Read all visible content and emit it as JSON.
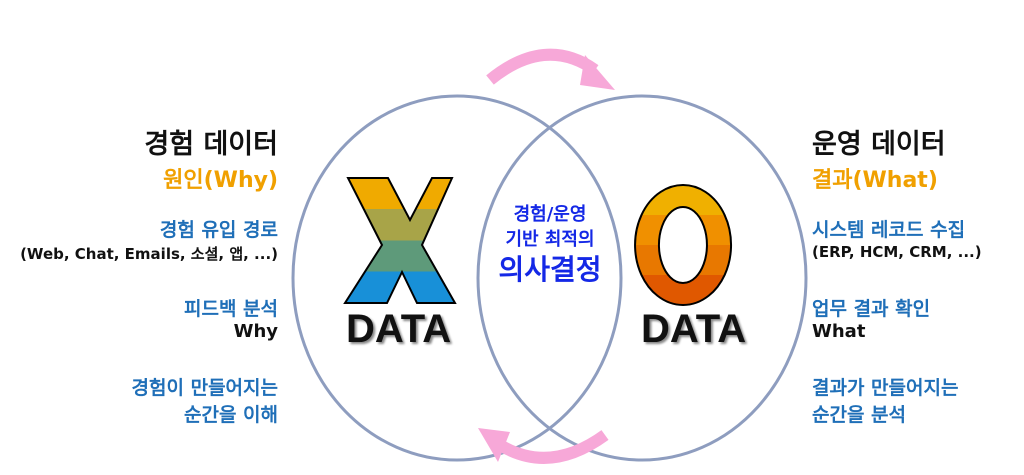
{
  "left": {
    "title": "경험 데이터",
    "subtitle": "원인(Why)",
    "item1": "경험 유입 경로",
    "item1_sub": "(Web, Chat, Emails, 소셜, 앱, ...)",
    "item2": "피드백 분석",
    "item2_sub": "Why",
    "item3_line1": "경험이 만들어지는",
    "item3_line2": "순간을 이해"
  },
  "right": {
    "title": "운영 데이터",
    "subtitle": "결과(What)",
    "item1": "시스템 레코드 수집",
    "item1_sub": "(ERP, HCM, CRM, ...)",
    "item2": "업무 결과 확인",
    "item2_sub": "What",
    "item3_line1": "결과가 만들어지는",
    "item3_line2": "순간을 분석"
  },
  "center": {
    "line1": "경험/운영",
    "line2": "기반 최적의",
    "line3": "의사결정"
  },
  "x_logo": {
    "letter": "X",
    "label": "DATA"
  },
  "o_logo": {
    "letter": "O",
    "label": "DATA"
  },
  "colors": {
    "circle": "#8e9dbf",
    "arrow": "#f7a8d8",
    "x": [
      "#f0aa00",
      "#a8a448",
      "#5e9a7a",
      "#1890d8"
    ],
    "o": [
      "#f0b000",
      "#f09000",
      "#e87800",
      "#e05800"
    ]
  }
}
